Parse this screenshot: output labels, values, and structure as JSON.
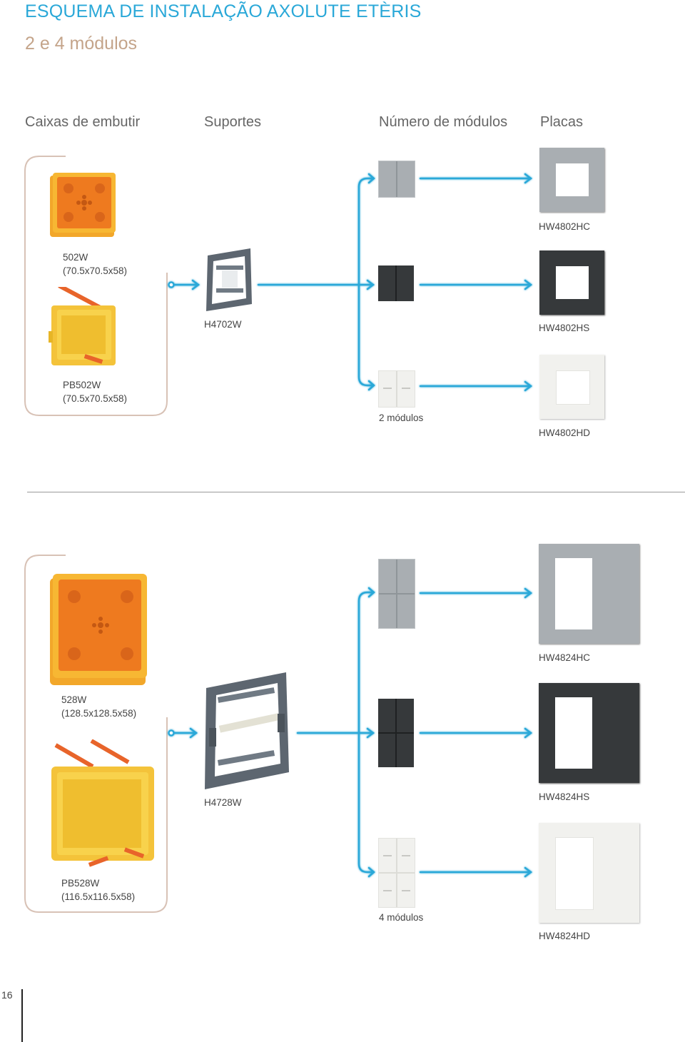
{
  "header": {
    "title": "ESQUEMA DE INSTALAÇÃO AXOLUTE ETÈRIS",
    "subtitle": "2 e 4 módulos"
  },
  "columns": [
    "Caixas de embutir",
    "Suportes",
    "Número de módulos",
    "Placas"
  ],
  "section_2": {
    "boxes": [
      {
        "code": "502W",
        "dims": "(70.5x70.5x58)"
      },
      {
        "code": "PB502W",
        "dims": "(70.5x70.5x58)"
      }
    ],
    "support": "H4702W",
    "modules_label": "2 módulos",
    "plates": [
      "HW4802HC",
      "HW4802HS",
      "HW4802HD"
    ]
  },
  "section_4": {
    "boxes": [
      {
        "code": "528W",
        "dims": "(128.5x128.5x58)"
      },
      {
        "code": "PB528W",
        "dims": "(116.5x116.5x58)"
      }
    ],
    "support": "H4728W",
    "modules_label": "4 módulos",
    "plates": [
      "HW4824HC",
      "HW4824HS",
      "HW4824HD"
    ]
  },
  "page_number": "16",
  "colors": {
    "title": "#2aa8d8",
    "subtitle": "#c4a48a",
    "arrow": "#2aa8d8",
    "bracket": "#d8c2b6",
    "finish_silver": "#a9aeb2",
    "finish_black": "#36393b",
    "finish_white": "#f1f1ee"
  }
}
